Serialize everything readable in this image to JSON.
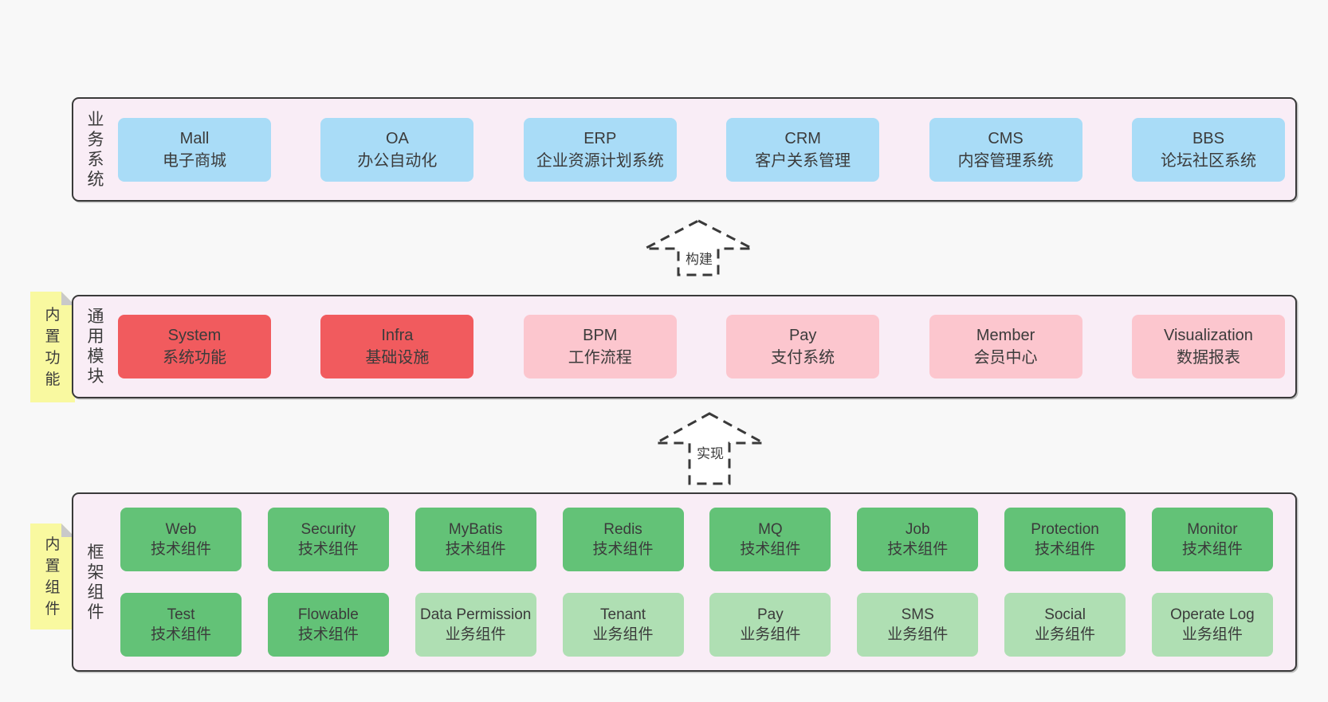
{
  "colors": {
    "page_bg": "#f8f8f8",
    "container_bg": "#f9edf6",
    "container_border": "#3a3a3a",
    "blue": "#a9dcf7",
    "red": "#f15b5e",
    "pink": "#fcc6ce",
    "green": "#63c277",
    "light_green": "#afdfb3",
    "yellow": "#f9f9a0",
    "fold": "#c9c9c9",
    "text": "#3b3b3b"
  },
  "layers": [
    {
      "id": "business-systems",
      "side_label": "业务系统",
      "tag": null,
      "rows": [
        [
          {
            "title": "Mall",
            "subtitle": "电子商城",
            "variant": "blue"
          },
          {
            "title": "OA",
            "subtitle": "办公自动化",
            "variant": "blue"
          },
          {
            "title": "ERP",
            "subtitle": "企业资源计划系统",
            "variant": "blue"
          },
          {
            "title": "CRM",
            "subtitle": "客户关系管理",
            "variant": "blue"
          },
          {
            "title": "CMS",
            "subtitle": "内容管理系统",
            "variant": "blue"
          },
          {
            "title": "BBS",
            "subtitle": "论坛社区系统",
            "variant": "blue"
          }
        ]
      ]
    },
    {
      "id": "common-modules",
      "side_label": "通用模块",
      "tag": "内置功能",
      "rows": [
        [
          {
            "title": "System",
            "subtitle": "系统功能",
            "variant": "red"
          },
          {
            "title": "Infra",
            "subtitle": "基础设施",
            "variant": "red"
          },
          {
            "title": "BPM",
            "subtitle": "工作流程",
            "variant": "pink"
          },
          {
            "title": "Pay",
            "subtitle": "支付系统",
            "variant": "pink"
          },
          {
            "title": "Member",
            "subtitle": "会员中心",
            "variant": "pink"
          },
          {
            "title": "Visualization",
            "subtitle": "数据报表",
            "variant": "pink"
          }
        ]
      ]
    },
    {
      "id": "framework-components",
      "side_label": "框架组件",
      "tag": "内置组件",
      "rows": [
        [
          {
            "title": "Web",
            "subtitle": "技术组件",
            "variant": "green"
          },
          {
            "title": "Security",
            "subtitle": "技术组件",
            "variant": "green"
          },
          {
            "title": "MyBatis",
            "subtitle": "技术组件",
            "variant": "green"
          },
          {
            "title": "Redis",
            "subtitle": "技术组件",
            "variant": "green"
          },
          {
            "title": "MQ",
            "subtitle": "技术组件",
            "variant": "green"
          },
          {
            "title": "Job",
            "subtitle": "技术组件",
            "variant": "green"
          },
          {
            "title": "Protection",
            "subtitle": "技术组件",
            "variant": "green"
          },
          {
            "title": "Monitor",
            "subtitle": "技术组件",
            "variant": "green"
          }
        ],
        [
          {
            "title": "Test",
            "subtitle": "技术组件",
            "variant": "green"
          },
          {
            "title": "Flowable",
            "subtitle": "技术组件",
            "variant": "green"
          },
          {
            "title": "Data Permission",
            "subtitle": "业务组件",
            "variant": "light_green"
          },
          {
            "title": "Tenant",
            "subtitle": "业务组件",
            "variant": "light_green"
          },
          {
            "title": "Pay",
            "subtitle": "业务组件",
            "variant": "light_green"
          },
          {
            "title": "SMS",
            "subtitle": "业务组件",
            "variant": "light_green"
          },
          {
            "title": "Social",
            "subtitle": "业务组件",
            "variant": "light_green"
          },
          {
            "title": "Operate Log",
            "subtitle": "业务组件",
            "variant": "light_green"
          }
        ]
      ]
    }
  ],
  "arrows": [
    {
      "label": "构建"
    },
    {
      "label": "实现"
    }
  ]
}
